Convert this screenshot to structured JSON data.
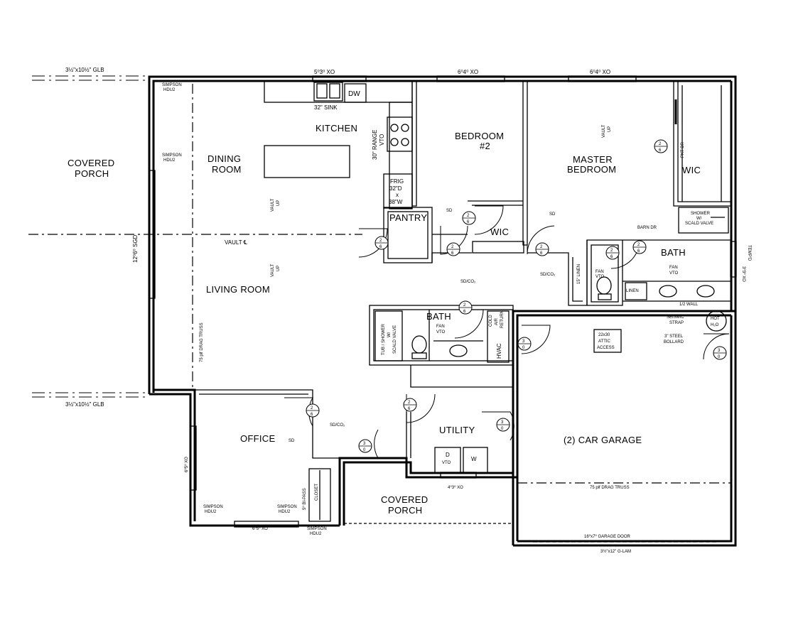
{
  "rooms": {
    "covered_porch_left_1": "COVERED",
    "covered_porch_left_2": "PORCH",
    "dining_1": "DINING",
    "dining_2": "ROOM",
    "kitchen": "KITCHEN",
    "bedroom2_1": "BEDROOM",
    "bedroom2_2": "#2",
    "master_1": "MASTER",
    "master_2": "BEDROOM",
    "wic_master": "WIC",
    "pantry": "PANTRY",
    "wic_small": "WIC",
    "bath_master": "BATH",
    "living": "LIVING ROOM",
    "bath_hall": "BATH",
    "office": "OFFICE",
    "utility": "UTILITY",
    "garage": "(2) CAR GARAGE",
    "covered_porch_front_1": "COVERED",
    "covered_porch_front_2": "PORCH"
  },
  "notes": {
    "glb_top": "3½\"x10½\" GLB",
    "glb_bottom": "3½\"x10½\" GLB",
    "win_kitchen": "5⁰3⁰ XO",
    "win_bed2": "6⁰4⁰ XO",
    "win_master": "6⁰4⁰ XO",
    "sink": "32\" SINK",
    "dw": "DW",
    "range_1": "30\" RANGE",
    "range_2": "VTO",
    "frig_1": "FRIG",
    "frig_2": "32\"D",
    "frig_3": "x",
    "frig_4": "38\"W",
    "simpson_1a": "SIMPSON",
    "simpson_1b": "HDU2",
    "simpson_2a": "SIMPSON",
    "simpson_2b": "HDU2",
    "simpson_3a": "SIMPSON",
    "simpson_3b": "HDU2",
    "simpson_4a": "SIMPSON",
    "simpson_4b": "HDU2",
    "simpson_5a": "SIMPSON",
    "simpson_5b": "HDU2",
    "sgd": "12⁰6⁰ SGD",
    "vault_center": "VAULT ℄",
    "vault_up_1a": "VAULT",
    "vault_up_1b": "UP",
    "vault_up_2a": "VAULT",
    "vault_up_2b": "UP",
    "vault_up_3a": "VAULT",
    "vault_up_3b": "UP",
    "drag_truss_vertical": "75 plf DRAG TRUSS",
    "drag_truss_garage": "75 plf DRAG TRUSS",
    "sd_1": "SD",
    "sd_2": "SD",
    "sd_3": "SD",
    "sdco_1": "SD/CO₂",
    "sdco_2": "SD/CO₂",
    "sdco_3": "SD/CO₂",
    "pkt_dr": "PKT DR",
    "barn_dr": "BARN DR",
    "shower_1": "SHOWER",
    "shower_2": "W/",
    "shower_3": "SCALD VALVE",
    "win_bath_1": "3⁰3⁰ XO",
    "win_bath_2": "TEMP'D",
    "fan_vto_1": "FAN",
    "fan_vto_2": "VTO",
    "fan_vto_3": "FAN",
    "fan_vto_4": "VTO",
    "fan_vto_5": "FAN",
    "fan_vto_6": "VTO",
    "linen_1": "LINEN",
    "linen_2": "15\" LINEN",
    "half_wall": "1/2 WALL",
    "tub_1": "TUB / SHOWER",
    "tub_2": "W/",
    "tub_3": "SCALD VALVE",
    "cold_air_1": "COLD",
    "cold_air_2": "AIR",
    "cold_air_3": "RETURN",
    "hvac": "HVAC",
    "attic_1": "22x30",
    "attic_2": "ATTIC",
    "attic_3": "ACCESS",
    "seismic_1": "SEISMIC",
    "seismic_2": "STRAP",
    "hot_1": "HOT",
    "hot_2": "H₂O",
    "bollard_1": "3\" STEEL",
    "bollard_2": "BOLLARD",
    "win_office_side": "6⁰5⁰ XO",
    "win_office_bottom": "6⁰5⁰ XO",
    "bipass": "5⁰ BI-PASS",
    "closet": "CLOSET",
    "dryer_1": "D",
    "dryer_2": "VTO",
    "washer": "W",
    "win_utility": "4⁰3⁰ XO",
    "garage_door": "16⁰x7⁰ GARAGE DOOR",
    "glam": "3½\"x12\" G-LAM"
  },
  "door_tags": {
    "top": "2",
    "bottom_6": "6",
    "bottom_0": "0",
    "three": "3"
  }
}
